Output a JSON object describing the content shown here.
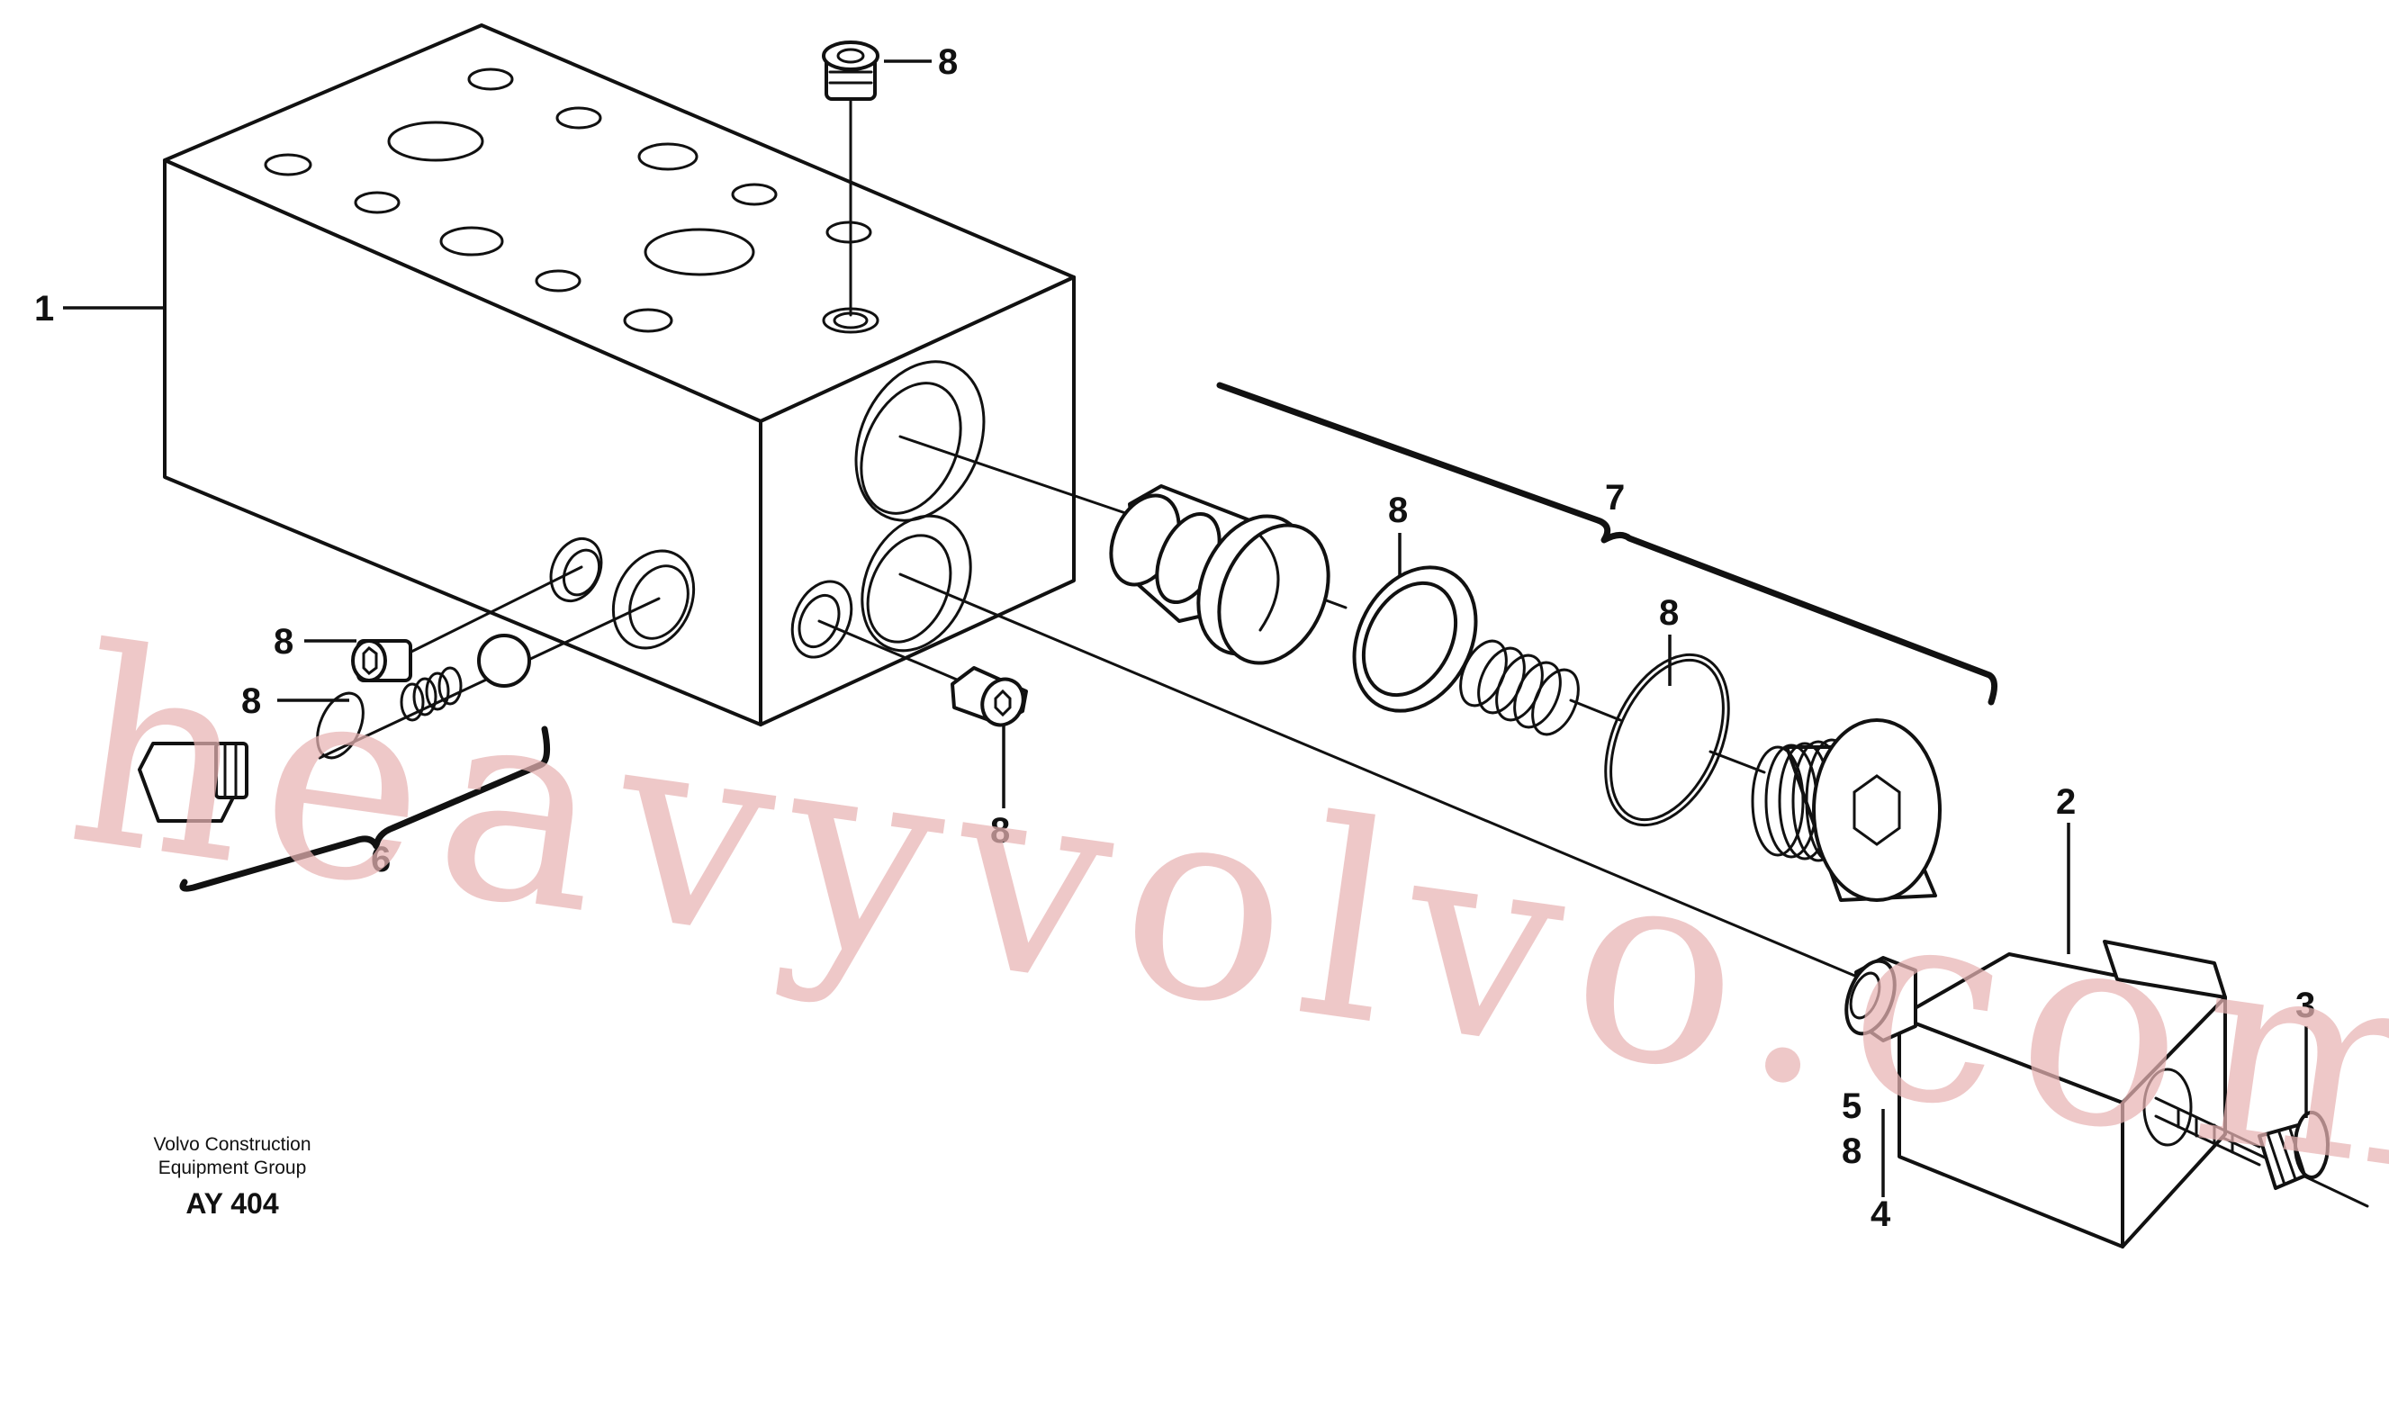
{
  "caption": {
    "company_line1": "Volvo Construction",
    "company_line2": "Equipment Group",
    "code": "AY 404"
  },
  "watermark": "heavyvolvo.com",
  "callouts": {
    "c1": "1",
    "c2": "2",
    "c3": "3",
    "c4": "4",
    "c5": "5",
    "c6": "6",
    "c7": "7",
    "c8_top": "8",
    "c8_left_a": "8",
    "c8_left_b": "8",
    "c8_center": "8",
    "c8_ring": "8",
    "c8_oring": "8",
    "c8_bottom_right": "8"
  },
  "colors": {
    "line": "#111111",
    "watermark": "#e8b4b4",
    "background": "#ffffff"
  }
}
